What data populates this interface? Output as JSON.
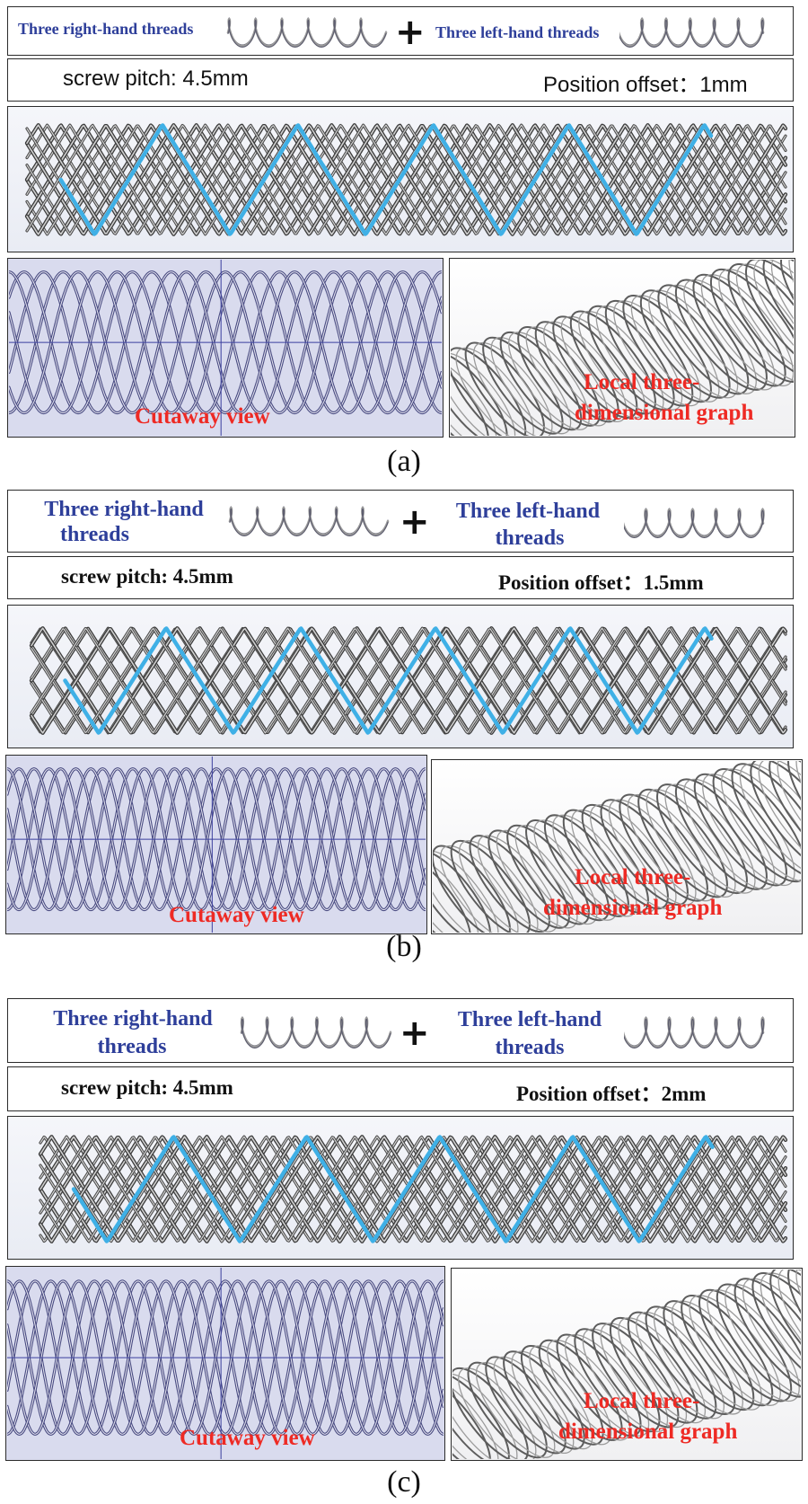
{
  "panels": [
    {
      "id": "a",
      "right_label": "Three right-hand threads",
      "left_label": "Three left-hand threads",
      "plus": "+",
      "pitch_label": "screw pitch: 4.5mm",
      "offset_label": "Position offset：1mm",
      "cutaway_label": "Cutaway view",
      "local_label_1": "Local three-",
      "local_label_2": "dimensional graph",
      "caption": "(a)"
    },
    {
      "id": "b",
      "right_label_1": "Three right-hand",
      "right_label_2": "threads",
      "left_label_1": "Three left-hand",
      "left_label_2": "threads",
      "plus": "+",
      "pitch_label": "screw pitch: 4.5mm",
      "offset_label": "Position offset：1.5mm",
      "cutaway_label": "Cutaway view",
      "local_label_1": "Local three-",
      "local_label_2": "dimensional graph",
      "caption": "(b)"
    },
    {
      "id": "c",
      "right_label_1": "Three right-hand",
      "right_label_2": "threads",
      "left_label_1": "Three left-hand",
      "left_label_2": "threads",
      "plus": "+",
      "pitch_label": "screw pitch: 4.5mm",
      "offset_label": "Position offset：2mm",
      "cutaway_label": "Cutaway view",
      "local_label_1": "Local three-",
      "local_label_2": "dimensional graph",
      "caption": "(c)"
    }
  ],
  "colors": {
    "wire": "#6b6b6b",
    "highlight": "#3fb0e6",
    "cutaway_line": "#3a3f9e",
    "label_blue": "#2e3f9a",
    "label_red": "#ee2a24"
  }
}
